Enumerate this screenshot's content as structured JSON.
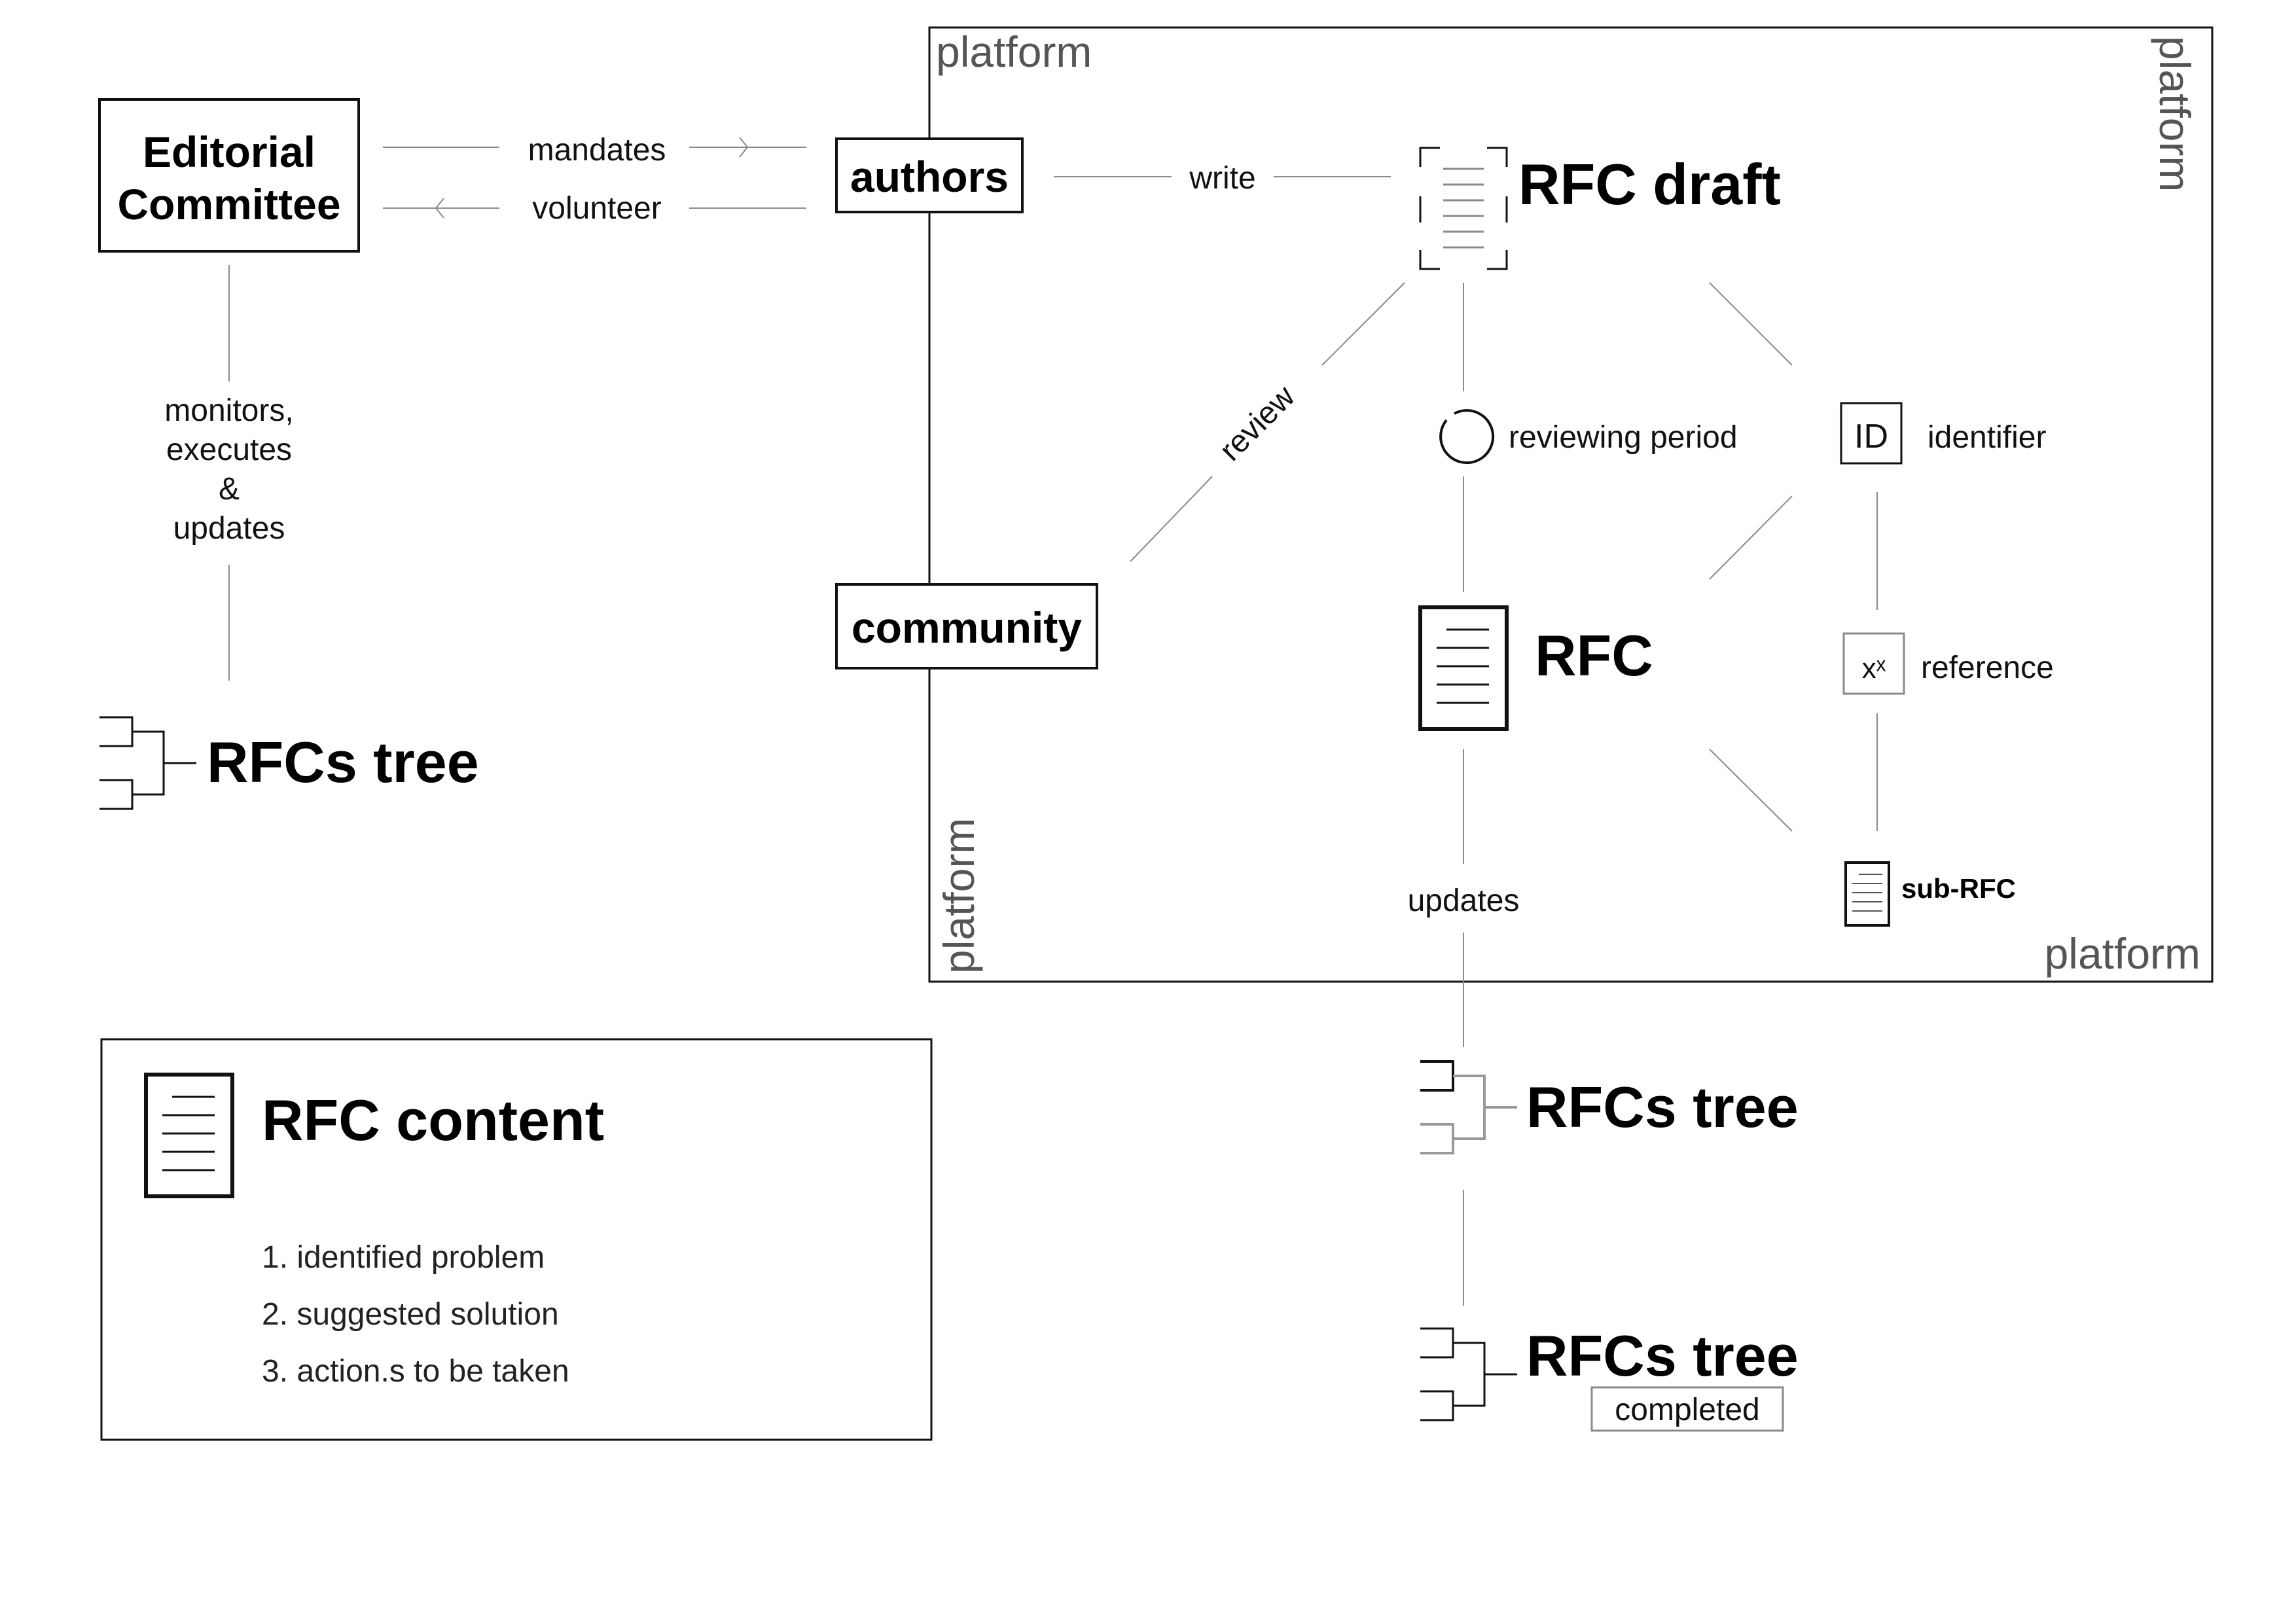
{
  "nodes": {
    "editorial_committee": [
      "Editorial",
      "Committee"
    ],
    "authors": "authors",
    "community": "community",
    "rfc_draft": "RFC draft",
    "rfc": "RFC",
    "rfcs_tree_left": "RFCs tree",
    "rfcs_tree_mid": "RFCs tree",
    "rfcs_tree_bottom": "RFCs tree",
    "completed_badge": "completed",
    "identifier_icon_text": "ID",
    "identifier": "identifier",
    "reference_icon_text": "xˣ",
    "reference": "reference",
    "sub_rfc": "sub-RFC",
    "reviewing_period": "reviewing period"
  },
  "edges": {
    "mandates": "mandates",
    "volunteer": "volunteer",
    "write": "write",
    "review": "review",
    "updates": "updates",
    "monitors": [
      "monitors,",
      "executes",
      "&",
      "updates"
    ]
  },
  "platform": {
    "labels": [
      "platform",
      "platform",
      "platform",
      "platform"
    ]
  },
  "rfc_content": {
    "title": "RFC content",
    "items": [
      "1. identified problem",
      "2. suggested solution",
      "3. action.s to be taken"
    ]
  }
}
